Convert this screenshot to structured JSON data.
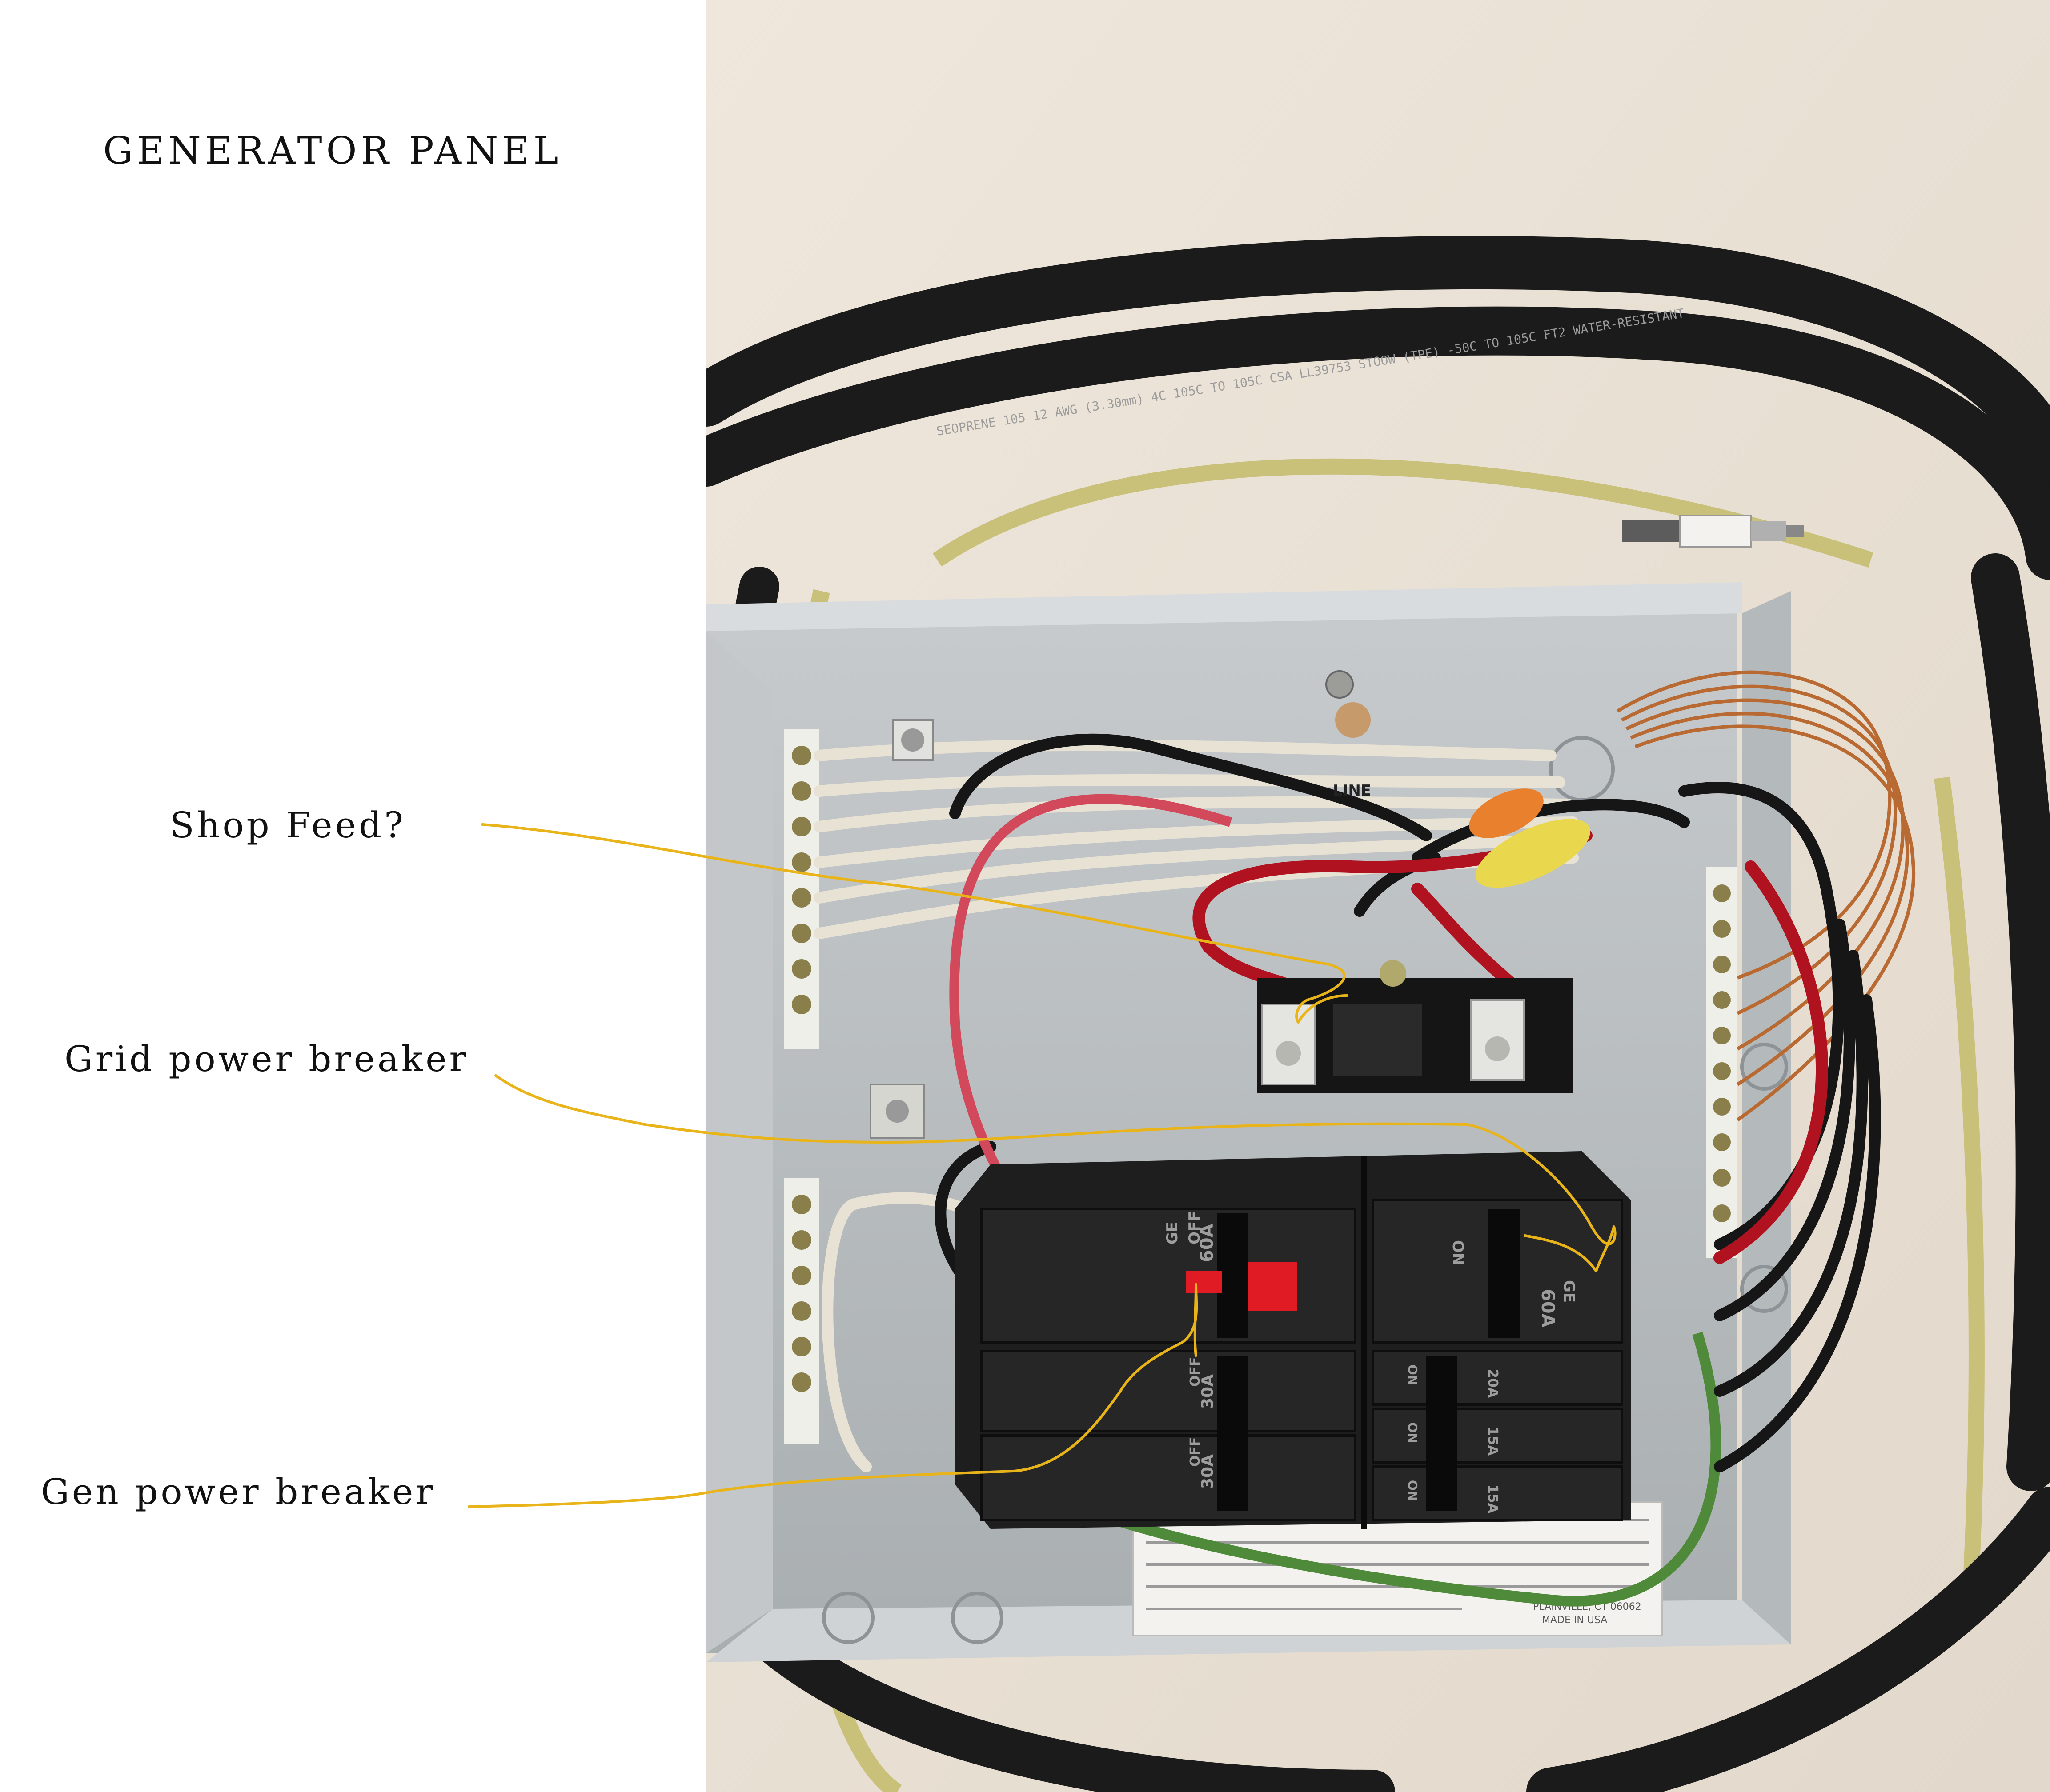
{
  "title": "GENERATOR PANEL",
  "annotations": [
    {
      "id": "shop-feed",
      "label": "Shop Feed?"
    },
    {
      "id": "grid-power-breaker",
      "label": "Grid power breaker"
    },
    {
      "id": "gen-power-breaker",
      "label": "Gen power breaker"
    }
  ],
  "annotation_color": "#e9b41a",
  "photo": {
    "subject": "generator-panel-load-center",
    "breaker_labels": {
      "main_left": {
        "state": "OFF",
        "rating": "60A"
      },
      "main_right": {
        "state": "ON",
        "rating": "60A"
      },
      "branch_left_1": {
        "state": "OFF",
        "rating": "30A"
      },
      "branch_left_2": {
        "state": "OFF",
        "rating": "30A"
      },
      "branch_right_1": {
        "state": "ON",
        "rating": "20A"
      },
      "branch_right_2": {
        "state": "ON",
        "rating": "15A"
      },
      "branch_right_3": {
        "state": "ON",
        "rating": "15A"
      }
    },
    "brand_mark": "GE",
    "line_label": "LINE",
    "cable_print": "SEOPRENE 105 12 AWG (3.30mm) 4C 105C TO 105C CSA LL39753 STOOW (TPE) -50C TO 105C FT2 WATER-RESISTANT",
    "label_footer": "PLAINVILLE, CT 06062",
    "label_footer2": "MADE IN USA"
  }
}
